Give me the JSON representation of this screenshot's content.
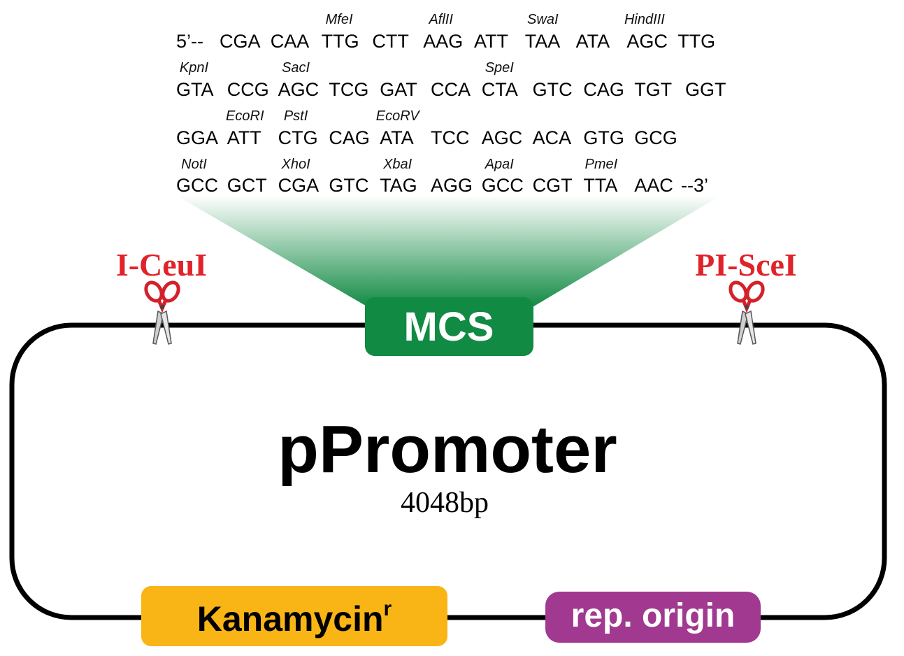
{
  "plasmid": {
    "name": "pPromoter",
    "size": "4048bp"
  },
  "mcs": {
    "label": "MCS",
    "lines": [
      {
        "prefix": "5’--",
        "codons": [
          "CGA",
          "CAA",
          "TTG",
          "CTT",
          "AAG",
          "ATT",
          "TAA",
          "ATA",
          "AGC",
          "TTG"
        ],
        "suffix": "",
        "enzymes": [
          {
            "name": "MfeI",
            "over": 2
          },
          {
            "name": "AflII",
            "over": 4
          },
          {
            "name": "SwaI",
            "over": 6
          },
          {
            "name": "HindIII",
            "over": 8
          }
        ]
      },
      {
        "prefix": "",
        "codons": [
          "GTA",
          "CCG",
          "AGC",
          "TCG",
          "GAT",
          "CCA",
          "CTA",
          "GTC",
          "CAG",
          "TGT",
          "GGT"
        ],
        "suffix": "",
        "enzymes": [
          {
            "name": "KpnI",
            "over": 0
          },
          {
            "name": "SacI",
            "over": 2
          },
          {
            "name": "SpeI",
            "over": 6
          }
        ]
      },
      {
        "prefix": "",
        "codons": [
          "GGA",
          "ATT",
          "CTG",
          "CAG",
          "ATA",
          "TCC",
          "AGC",
          "ACA",
          "GTG",
          "GCG"
        ],
        "suffix": "",
        "enzymes": [
          {
            "name": "EcoRI",
            "over": 1
          },
          {
            "name": "PstI",
            "over": 2
          },
          {
            "name": "EcoRV",
            "over": 4
          }
        ]
      },
      {
        "prefix": "",
        "codons": [
          "GCC",
          "GCT",
          "CGA",
          "GTC",
          "TAG",
          "AGG",
          "GCC",
          "CGT",
          "TTA",
          "AAC"
        ],
        "suffix": "--3’",
        "enzymes": [
          {
            "name": "NotI",
            "over": 0
          },
          {
            "name": "XhoI",
            "over": 2
          },
          {
            "name": "XbaI",
            "over": 4
          },
          {
            "name": "ApaI",
            "over": 6
          },
          {
            "name": "PmeI",
            "over": 8
          }
        ]
      }
    ]
  },
  "homing_sites": [
    {
      "name": "I-CeuI",
      "icon": "scissors-icon"
    },
    {
      "name": "PI-SceI",
      "icon": "scissors-icon"
    }
  ],
  "features": {
    "kanamycin": {
      "label": "Kanamycin",
      "superscript": "r",
      "color": "#f9b515"
    },
    "origin": {
      "label": "rep. origin",
      "color": "#a0398f"
    }
  },
  "colors": {
    "mcs_green": "#118a43",
    "site_red": "#e0232a",
    "backbone": "#000000"
  }
}
